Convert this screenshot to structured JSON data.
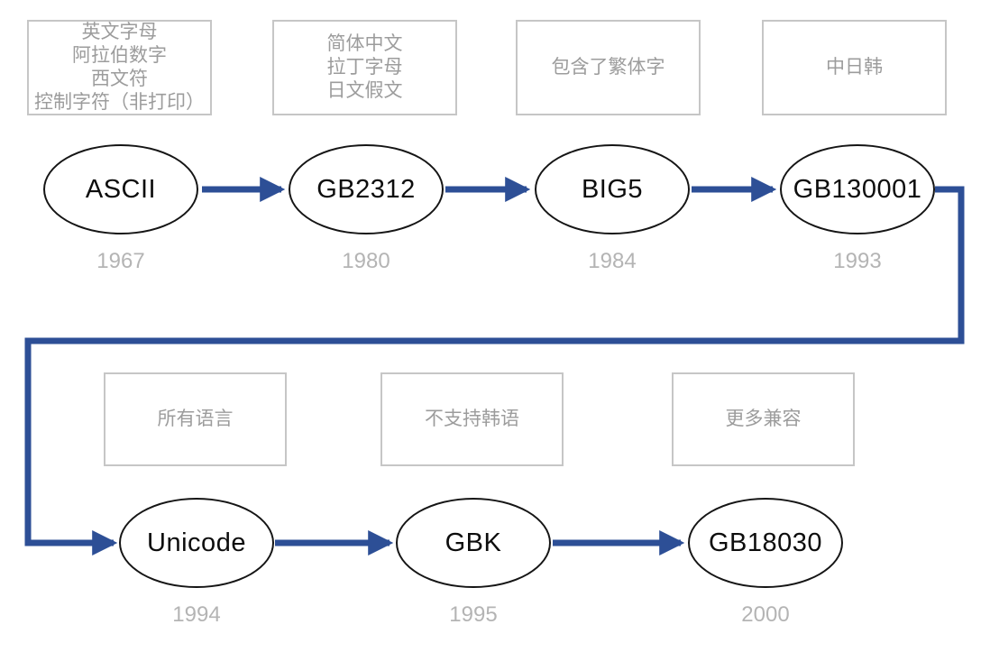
{
  "diagram": {
    "subject": "character-encoding-evolution-timeline",
    "colors": {
      "arrow": "#2d4f96",
      "node_border": "#151515",
      "node_text": "#0d0d0d",
      "note_border": "#c6c6c6",
      "note_text": "#9c9c9c",
      "year_text": "#b4b4b4",
      "background": "#ffffff"
    },
    "nodes": [
      {
        "label": "ASCII",
        "year": "1967",
        "notes": [
          "英文字母",
          "阿拉伯数字",
          "西文符",
          "控制字符（非打印）"
        ]
      },
      {
        "label": "GB2312",
        "year": "1980",
        "notes": [
          "简体中文",
          "拉丁字母",
          "日文假文"
        ]
      },
      {
        "label": "BIG5",
        "year": "1984",
        "notes": [
          "包含了繁体字"
        ]
      },
      {
        "label": "GB130001",
        "year": "1993",
        "notes": [
          "中日韩"
        ]
      },
      {
        "label": "Unicode",
        "year": "1994",
        "notes": [
          "所有语言"
        ]
      },
      {
        "label": "GBK",
        "year": "1995",
        "notes": [
          "不支持韩语"
        ]
      },
      {
        "label": "GB18030",
        "year": "2000",
        "notes": [
          "更多兼容"
        ]
      }
    ],
    "flow": [
      "ASCII → GB2312",
      "GB2312 → BIG5",
      "BIG5 → GB130001",
      "GB130001 → Unicode",
      "Unicode → GBK",
      "GBK → GB18030"
    ]
  }
}
